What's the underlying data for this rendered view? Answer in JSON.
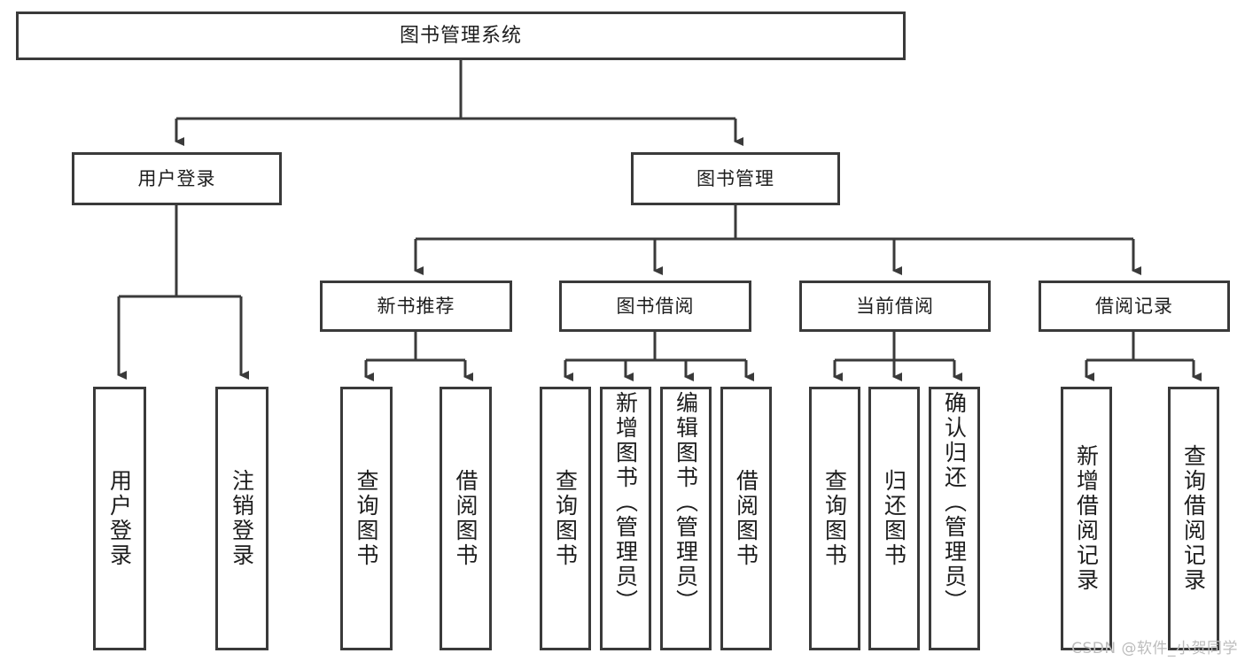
{
  "diagram": {
    "title": "图书管理系统",
    "type": "tree",
    "watermark": "CSDN @软件_小贺同学",
    "colors": {
      "border": "#3a3a3a",
      "fill": "#ffffff",
      "text": "#1d1d1d",
      "watermark": "#bcbcbc"
    },
    "root": {
      "label": "图书管理系统"
    },
    "level1": [
      {
        "label": "用户登录"
      },
      {
        "label": "图书管理"
      }
    ],
    "level2": [
      {
        "label": "新书推荐"
      },
      {
        "label": "图书借阅"
      },
      {
        "label": "当前借阅"
      },
      {
        "label": "借阅记录"
      }
    ],
    "leaves": {
      "user_login": [
        {
          "label": "用户登录"
        },
        {
          "label": "注销登录"
        }
      ],
      "new_book": [
        {
          "label": "查询图书"
        },
        {
          "label": "借阅图书"
        }
      ],
      "borrow_book": [
        {
          "label": "查询图书"
        },
        {
          "label": "新增图书（管理员）"
        },
        {
          "label": "编辑图书（管理员）"
        },
        {
          "label": "借阅图书"
        }
      ],
      "current_borrow": [
        {
          "label": "查询图书"
        },
        {
          "label": "归还图书"
        },
        {
          "label": "确认归还（管理员）"
        }
      ],
      "borrow_record": [
        {
          "label": "新增借阅记录"
        },
        {
          "label": "查询借阅记录"
        }
      ]
    }
  }
}
